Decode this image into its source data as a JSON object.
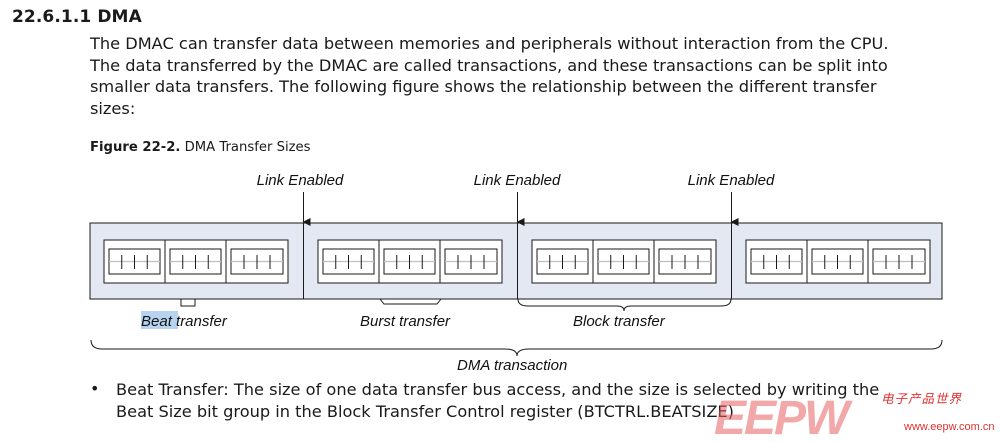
{
  "section": {
    "heading": "22.6.1.1 DMA"
  },
  "intro": {
    "lines": [
      "The DMAC can transfer data between memories and peripherals without interaction from the CPU.",
      "The data transferred by the DMAC are called transactions, and these transactions can be split into",
      "smaller data transfers. The following figure shows the relationship between the different transfer",
      "sizes:"
    ]
  },
  "figure": {
    "caption_label": "Figure 22-2.",
    "caption_text": "DMA Transfer Sizes",
    "link_labels": [
      "Link Enabled",
      "Link Enabled",
      "Link Enabled"
    ],
    "beat_label": "Beat transfer",
    "burst_label": "Burst transfer",
    "block_label": "Block transfer",
    "transaction_label": "DMA transaction",
    "colors": {
      "block_fill": "#e3e8f2",
      "stroke": "#1a1a1a",
      "highlight": "#b7d3f0"
    }
  },
  "bullet": {
    "symbol": "•",
    "lines": [
      "Beat Transfer: The size of one data transfer bus access, and the size is selected by writing the",
      "Beat Size bit group in the Block Transfer Control register (BTCTRL.BEATSIZE)"
    ]
  },
  "watermark": {
    "logo": "EEPW",
    "chinese": "电子产品世界",
    "url": "www.eepw.com.cn"
  }
}
